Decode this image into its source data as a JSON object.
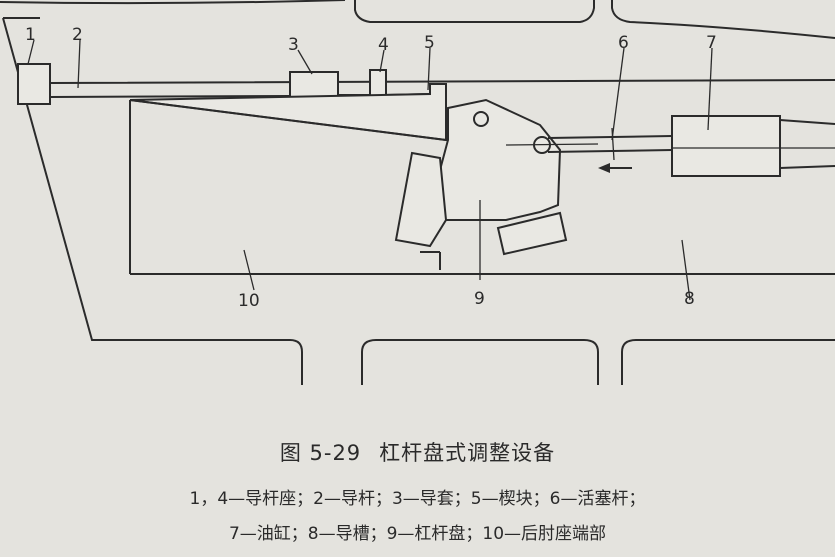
{
  "figure": {
    "part_labels": [
      "1",
      "2",
      "3",
      "4",
      "5",
      "6",
      "7",
      "8",
      "9",
      "10"
    ]
  },
  "caption": {
    "number": "图 5-29",
    "title": "杠杆盘式调整设备",
    "legend_line1": "1，4—导杆座；2—导杆；3—导套；5—楔块；6—活塞杆；",
    "legend_line2": "7—油缸；8—导槽；9—杠杆盘；10—后肘座端部"
  }
}
